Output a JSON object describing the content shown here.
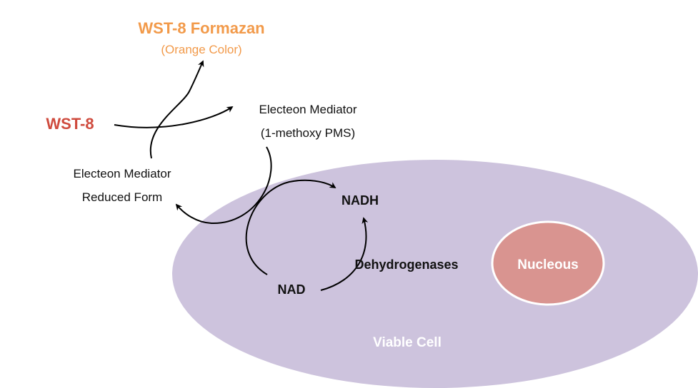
{
  "labels": {
    "formazan_title": "WST-8 Formazan",
    "formazan_sub": "(Orange Color)",
    "wst8": "WST-8",
    "mediator_line1": "Electeon Mediator",
    "mediator_line2": "(1-methoxy PMS)",
    "reduced_line1": "Electeon Mediator",
    "reduced_line2": "Reduced Form",
    "nadh": "NADH",
    "nad": "NAD",
    "dehydrogenases": "Dehydrogenases",
    "nucleus": "Nucleous",
    "cell": "Viable Cell"
  },
  "colors": {
    "formazan": "#f29a4a",
    "wst8": "#cf4b3e",
    "cell_fill": "#cdc3dd",
    "nucleus_fill": "#d99490",
    "nucleus_stroke": "#ffffff",
    "arrow": "#000000"
  }
}
